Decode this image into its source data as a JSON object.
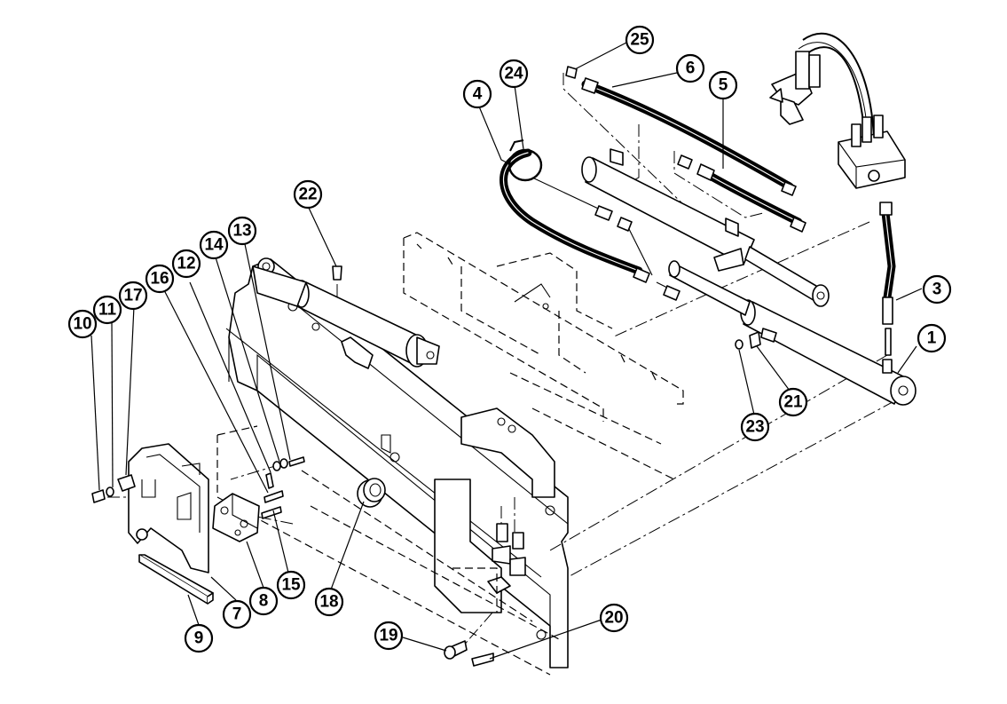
{
  "callouts": [
    {
      "id": "1",
      "label": "1"
    },
    {
      "id": "3",
      "label": "3"
    },
    {
      "id": "4",
      "label": "4"
    },
    {
      "id": "5",
      "label": "5"
    },
    {
      "id": "6",
      "label": "6"
    },
    {
      "id": "7",
      "label": "7"
    },
    {
      "id": "8",
      "label": "8"
    },
    {
      "id": "9",
      "label": "9"
    },
    {
      "id": "10",
      "label": "10"
    },
    {
      "id": "11",
      "label": "11"
    },
    {
      "id": "12",
      "label": "12"
    },
    {
      "id": "13",
      "label": "13"
    },
    {
      "id": "14",
      "label": "14"
    },
    {
      "id": "15",
      "label": "15"
    },
    {
      "id": "16",
      "label": "16"
    },
    {
      "id": "17",
      "label": "17"
    },
    {
      "id": "18",
      "label": "18"
    },
    {
      "id": "19",
      "label": "19"
    },
    {
      "id": "20",
      "label": "20"
    },
    {
      "id": "21",
      "label": "21"
    },
    {
      "id": "22",
      "label": "22"
    },
    {
      "id": "23",
      "label": "23"
    },
    {
      "id": "24",
      "label": "24"
    },
    {
      "id": "25",
      "label": "25"
    }
  ]
}
